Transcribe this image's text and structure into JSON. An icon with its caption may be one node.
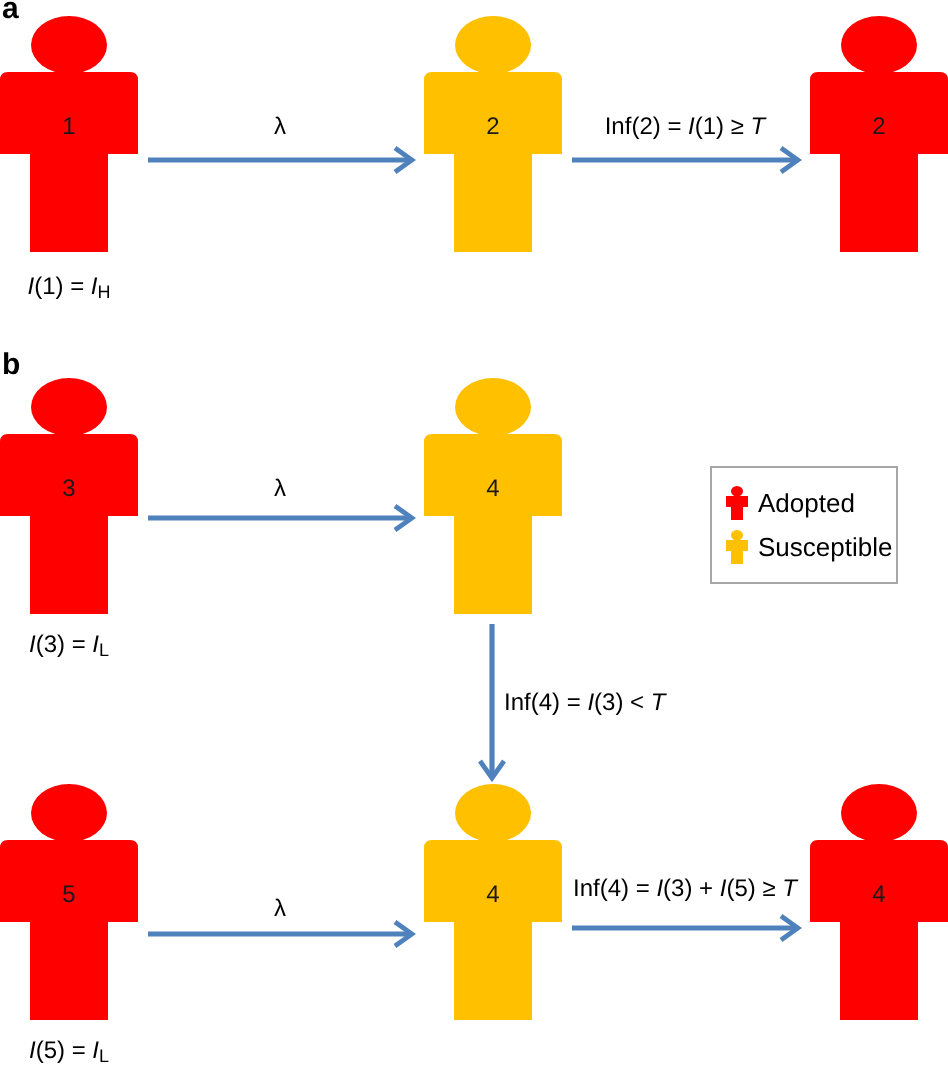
{
  "diagram": {
    "nodes": [
      {
        "text": [
          "1"
        ],
        "beside": [
          "*I*(1) = *I*$_{H}$"
        ]
      },
      {
        "text": [
          "2"
        ]
      },
      {
        "text": [
          "2"
        ]
      },
      {
        "text": [
          "3"
        ],
        "beside": [
          "*I*(3) = *I*$_{L}$"
        ]
      },
      {
        "text": [
          "4"
        ]
      },
      {
        "text": [
          "5"
        ],
        "beside": [
          "*I*(5) = *I*$_{L}$"
        ]
      },
      {
        "text": [
          "4"
        ]
      },
      {
        "text": [
          "4"
        ]
      }
    ],
    "edges": [
      {
        "from": 0,
        "to": 1,
        "arrow": "to",
        "label": "λ"
      },
      {
        "from": 1,
        "to": 2,
        "arrow": "to",
        "label": "Inf(2) = *I*(1) ≥ *T*"
      },
      {
        "from": 3,
        "to": 4,
        "arrow": "to",
        "label": "λ"
      },
      {
        "from": 4,
        "to": 6,
        "arrow": "to",
        "label": "Inf(4) = *I*(3) < *T*"
      },
      {
        "from": 5,
        "to": 6,
        "arrow": "to",
        "label": "λ"
      },
      {
        "from": 6,
        "to": 7,
        "arrow": "to",
        "label": "Inf(4) = *I*(3) + *I*(5) ≥ *T*"
      }
    ],
    "labels": [
      "a",
      "b"
    ],
    "legend": [
      {
        "text": "Adopted",
        "color": "#ff0000"
      },
      {
        "text": "Susceptible",
        "color": "#ffc000"
      }
    ]
  }
}
